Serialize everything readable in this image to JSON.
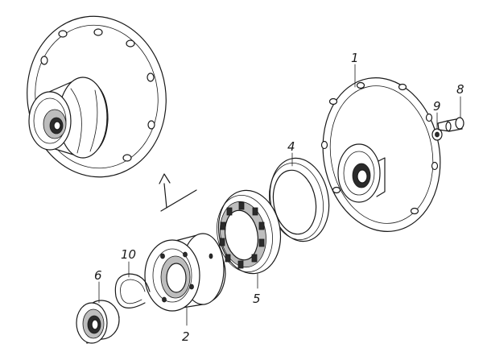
{
  "callouts": [
    {
      "id": "1",
      "text": "1"
    },
    {
      "id": "2",
      "text": "2"
    },
    {
      "id": "4",
      "text": "4"
    },
    {
      "id": "5",
      "text": "5"
    },
    {
      "id": "6",
      "text": "6"
    },
    {
      "id": "8",
      "text": "8"
    },
    {
      "id": "9",
      "text": "9"
    },
    {
      "id": "10",
      "text": "10"
    }
  ]
}
